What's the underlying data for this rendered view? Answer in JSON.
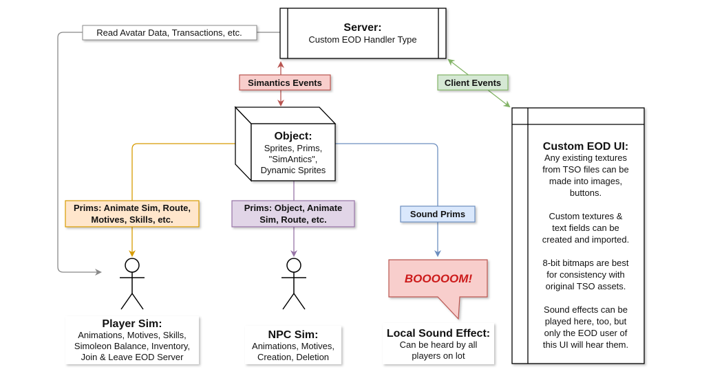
{
  "server": {
    "title": "Server:",
    "subtitle": "Custom EOD Handler Type"
  },
  "read_label": "Read Avatar Data, Transactions, etc.",
  "simantics_events": "Simantics Events",
  "client_events": "Client Events",
  "object": {
    "title": "Object:",
    "lines": [
      "Sprites, Prims,",
      "\"SimAntics\",",
      "Dynamic Sprites"
    ]
  },
  "prims_player": {
    "lines": [
      "Prims: Animate Sim, Route,",
      "Motives, Skills, etc."
    ]
  },
  "prims_npc": {
    "lines": [
      "Prims: Object, Animate",
      "Sim, Route, etc."
    ]
  },
  "sound_prims": "Sound Prims",
  "player_sim": {
    "title": "Player Sim:",
    "lines": [
      "Animations, Motives, Skills,",
      "Simoleon Balance, Inventory,",
      "Join & Leave EOD Server"
    ]
  },
  "npc_sim": {
    "title": "NPC Sim:",
    "lines": [
      "Animations, Motives,",
      "Creation, Deletion"
    ]
  },
  "local_sound": {
    "title": "Local Sound Effect:",
    "lines": [
      "Can be heard by all",
      "players on lot"
    ]
  },
  "boom": "BOOOOOM!",
  "custom_ui": {
    "title": "Custom EOD UI:",
    "lines": [
      "Any existing textures",
      "from TSO files can be",
      "made into images,",
      "buttons.",
      "",
      "Custom textures &",
      "text fields can be",
      "created and imported.",
      "",
      "8-bit bitmaps are best",
      "for consistency with",
      "original TSO assets.",
      "",
      "Sound effects can be",
      "played here, too, but",
      "only the EOD user of",
      "this UI will hear them."
    ]
  },
  "colors": {
    "red_fill": "#f8cecc",
    "red_stroke": "#b85450",
    "green_fill": "#d5e8d4",
    "green_stroke": "#82b366",
    "orange_fill": "#ffe6cc",
    "orange_stroke": "#d79b00",
    "purple_fill": "#e1d5e7",
    "purple_stroke": "#9673a6",
    "blue_fill": "#dae8fc",
    "blue_stroke": "#6c8ebf",
    "grey_stroke": "#888888"
  }
}
